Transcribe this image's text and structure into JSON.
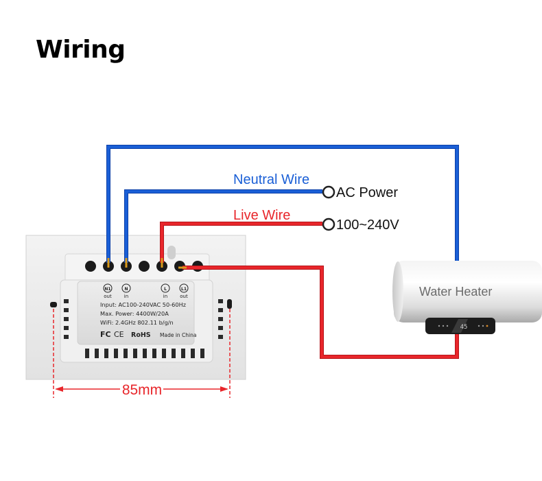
{
  "title": "Wiring",
  "wires": {
    "neutral_label": "Neutral Wire",
    "live_label": "Live Wire",
    "neutral_color": "#1a5fd6",
    "live_color": "#e8262b"
  },
  "terminals": {
    "ac_power_label": "AC Power",
    "voltage_label": "100~240V"
  },
  "switch_label": {
    "ports": [
      {
        "code": "N1",
        "dir": "out"
      },
      {
        "code": "N",
        "dir": "in"
      },
      {
        "code": "L",
        "dir": "in"
      },
      {
        "code": "L1",
        "dir": "out"
      }
    ],
    "input": "Input: AC100-240VAC 50-60Hz",
    "max_power": "Max. Power: 4400W/20A",
    "wifi": "WiFi: 2.4GHz 802.11 b/g/n",
    "cert_fc": "FC",
    "cert_ce": "CE",
    "cert_rohs": "RoHS",
    "origin": "Made in China"
  },
  "appliance": {
    "label": "Water Heater",
    "display_text": "45"
  },
  "dimension": {
    "label": "85mm",
    "color": "#e8262b"
  }
}
